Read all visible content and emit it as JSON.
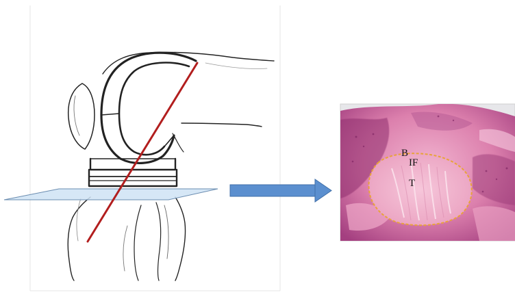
{
  "histology": {
    "labels": {
      "bone": "B",
      "interface": "IF",
      "tendon": "T"
    },
    "outline_color": "#e8a33a",
    "stain_color": "#d66fa4"
  },
  "colors": {
    "drill_line": "#b21e1e",
    "section_plane": "#cfe3f5",
    "arrow": "#5b8fcf",
    "sketch_line": "#222222"
  }
}
